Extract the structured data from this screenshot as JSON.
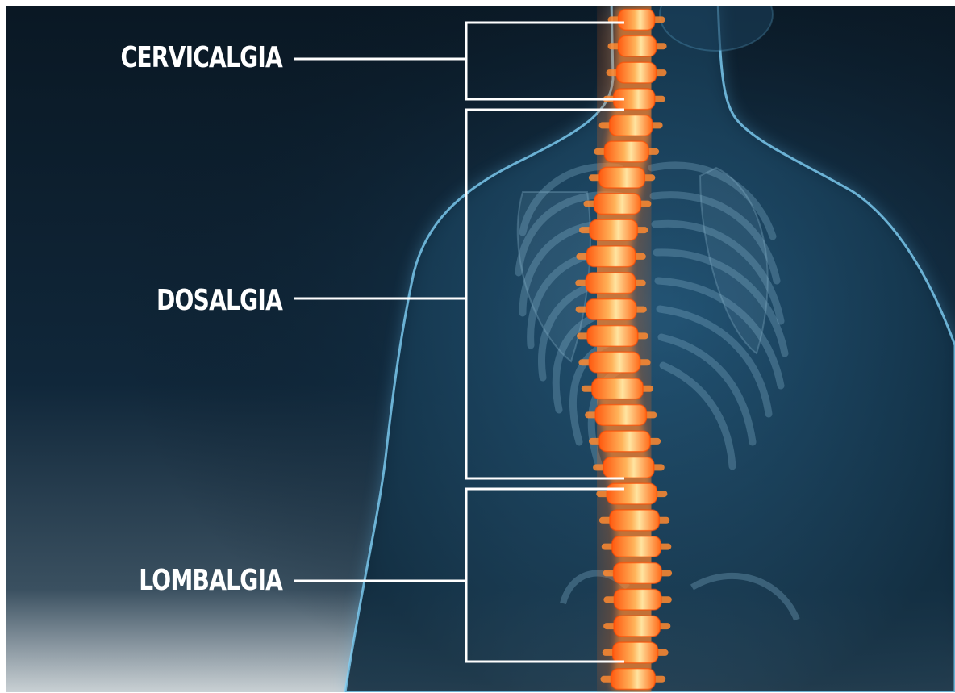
{
  "regions": [
    {
      "id": "cervical",
      "label": "CERVICALGIA"
    },
    {
      "id": "dorsal",
      "label": "DOSALGIA"
    },
    {
      "id": "lumbar",
      "label": "LOMBALGIA"
    }
  ],
  "colors": {
    "background_dark": "#0b1a26",
    "background_mid": "#1d3a52",
    "body_glow": "#5fb8e8",
    "spine_orange": "#ff7a1f",
    "spine_core": "#ffd27a",
    "bracket_line": "#ffffff",
    "label_text": "#ffffff"
  },
  "icons": {
    "figure": "human-torso-xray",
    "highlight": "glowing-spine"
  }
}
